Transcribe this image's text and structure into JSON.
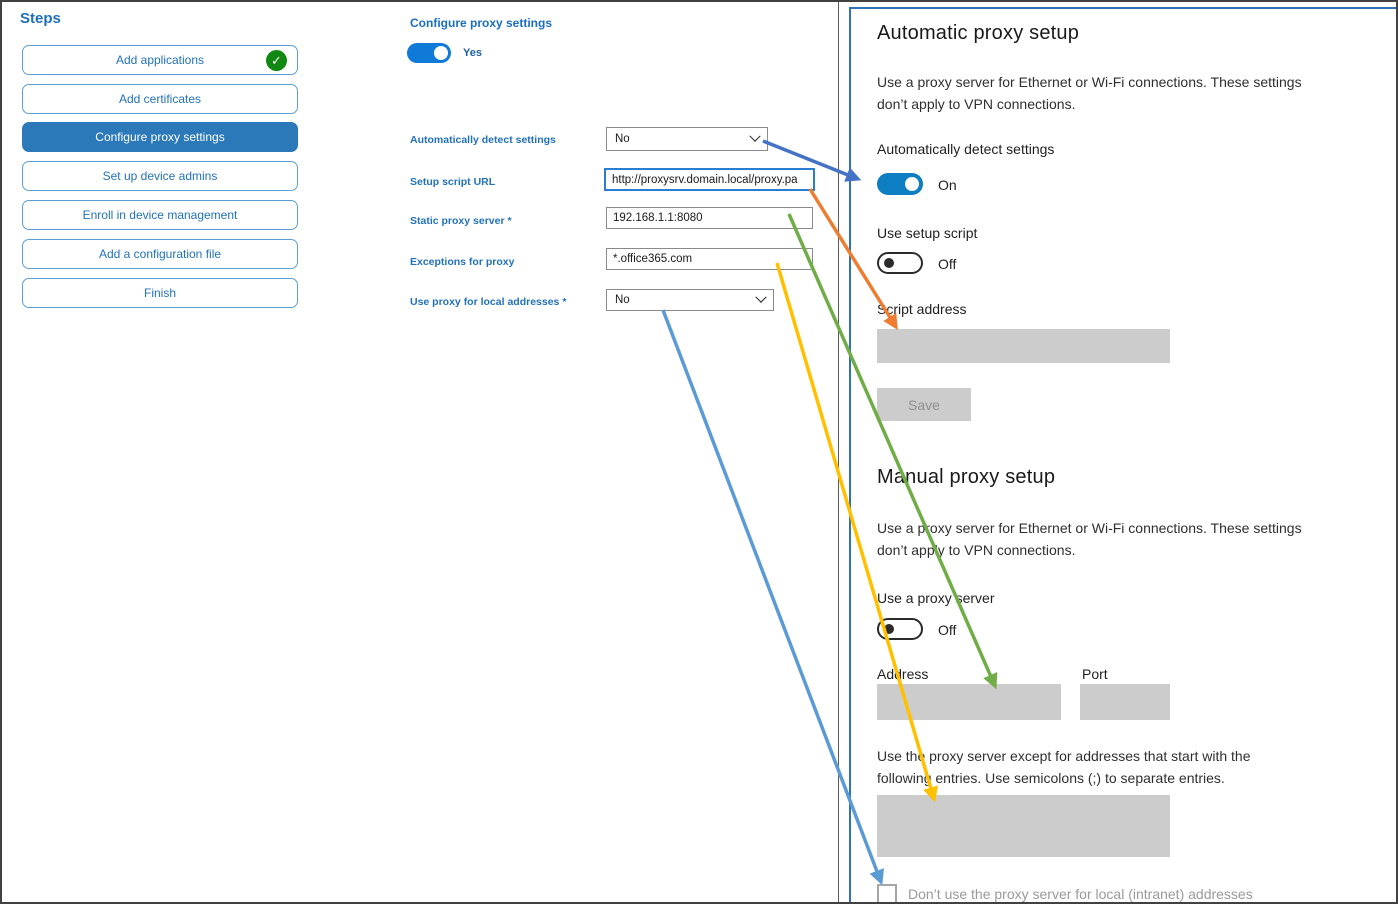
{
  "sidebar": {
    "title": "Steps",
    "items": [
      {
        "label": "Add applications",
        "completed": true,
        "selected": false
      },
      {
        "label": "Add certificates",
        "completed": false,
        "selected": false
      },
      {
        "label": "Configure proxy settings",
        "completed": false,
        "selected": true
      },
      {
        "label": "Set up device admins",
        "completed": false,
        "selected": false
      },
      {
        "label": "Enroll in device management",
        "completed": false,
        "selected": false
      },
      {
        "label": "Add a configuration file",
        "completed": false,
        "selected": false
      },
      {
        "label": "Finish",
        "completed": false,
        "selected": false
      }
    ],
    "check_glyph": "✓"
  },
  "wizard": {
    "title": "Configure proxy settings",
    "enable_toggle": {
      "label": "Yes",
      "on": true
    },
    "fields": [
      {
        "label": "Automatically detect settings",
        "type": "select",
        "value": "No"
      },
      {
        "label": "Setup script URL",
        "type": "text",
        "value": "http://proxysrv.domain.local/proxy.pa"
      },
      {
        "label": "Static proxy server *",
        "type": "text",
        "value": "192.168.1.1:8080"
      },
      {
        "label": "Exceptions for proxy",
        "type": "text",
        "value": "*.office365.com"
      },
      {
        "label": "Use proxy for local addresses *",
        "type": "select",
        "value": "No"
      }
    ]
  },
  "settings_panel": {
    "automatic": {
      "heading": "Automatic proxy setup",
      "description_lines": [
        "Use a proxy server for Ethernet or Wi-Fi connections. These settings",
        "don’t apply to VPN connections."
      ],
      "detect_label": "Automatically detect settings",
      "detect_state": "On",
      "detect_on": true,
      "script_toggle_label": "Use setup script",
      "script_toggle_state": "Off",
      "script_toggle_on": false,
      "script_address_label": "Script address",
      "script_address_value": "",
      "save_button": "Save"
    },
    "manual": {
      "heading": "Manual proxy setup",
      "description_lines": [
        "Use a proxy server for Ethernet or Wi-Fi connections. These settings",
        "don’t apply to VPN connections."
      ],
      "proxy_toggle_label": "Use a proxy server",
      "proxy_toggle_state": "Off",
      "proxy_toggle_on": false,
      "address_label": "Address",
      "address_value": "",
      "port_label": "Port",
      "port_value": "",
      "exceptions_lines": [
        "Use the proxy server except for addresses that start with the",
        "following entries. Use semicolons (;) to separate entries."
      ],
      "exceptions_value": "",
      "local_checkbox_label": "Don’t use the proxy server for local (intranet) addresses",
      "local_checkbox_checked": false
    }
  },
  "arrows": {
    "detect": {
      "color": "#4472c4",
      "maps": "Automatically detect settings → detect toggle"
    },
    "script": {
      "color": "#ed7d31",
      "maps": "Setup script URL → Script address"
    },
    "static": {
      "color": "#70ad47",
      "maps": "Static proxy server → Address"
    },
    "exceptions": {
      "color": "#ffc000",
      "maps": "Exceptions for proxy → exceptions box"
    },
    "local": {
      "color": "#5b9bd5",
      "maps": "Use proxy for local addresses → intranet checkbox"
    }
  },
  "colors": {
    "accent_blue": "#2b79b8",
    "panel_border": "#2e74b5",
    "toggle_on": "#0d7ec2",
    "disabled_gray": "#cccccc",
    "success_green": "#118812"
  }
}
